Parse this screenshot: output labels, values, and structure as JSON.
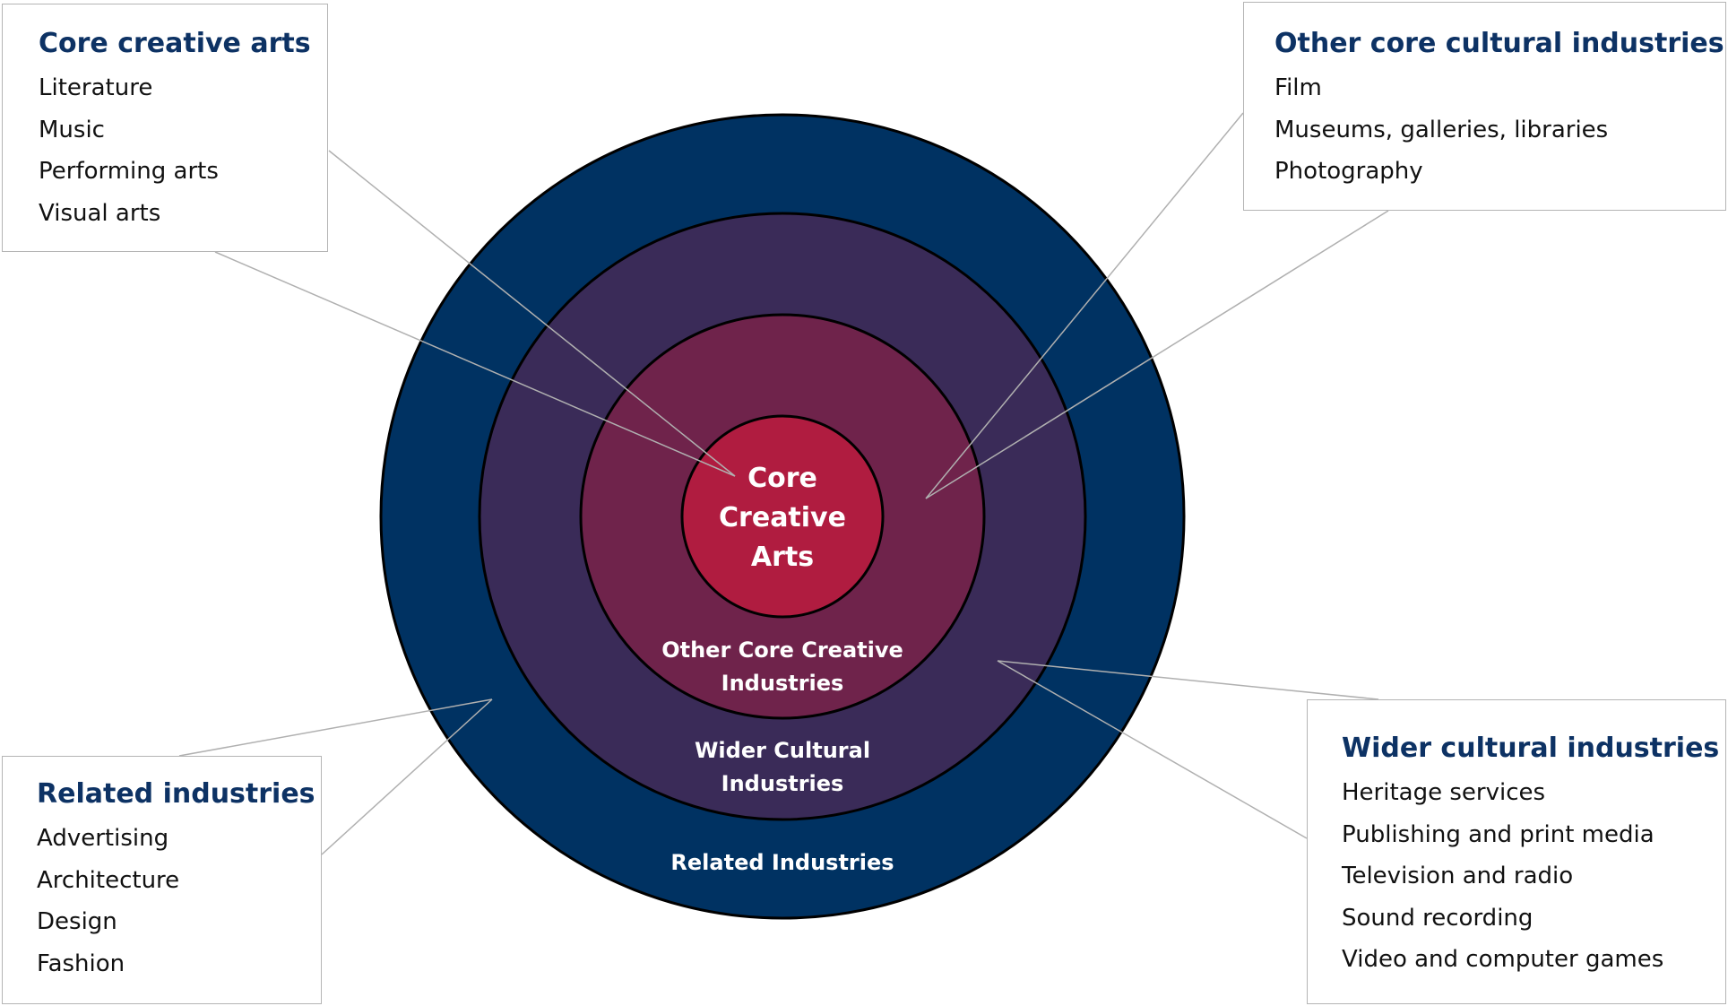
{
  "colors": {
    "outer_ring": "#003262",
    "wider_ring": "#3a2b58",
    "other_core_ring": "#6f234b",
    "core": "#b01c40",
    "box_title": "#0d3264",
    "leader_line": "#b0b0b0"
  },
  "rings": {
    "core_lines": [
      "Core",
      "Creative",
      "Arts"
    ],
    "other_core_lines": [
      "Other Core Creative",
      "Industries"
    ],
    "wider_lines": [
      "Wider Cultural",
      "Industries"
    ],
    "related": "Related Industries"
  },
  "boxes": {
    "core_creative_arts": {
      "title": "Core creative arts",
      "items": [
        "Literature",
        "Music",
        "Performing arts",
        "Visual arts"
      ]
    },
    "other_core_cultural": {
      "title": "Other core cultural industries",
      "items": [
        "Film",
        "Museums, galleries, libraries",
        "Photography"
      ]
    },
    "related_industries": {
      "title": "Related industries",
      "items": [
        "Advertising",
        "Architecture",
        "Design",
        "Fashion"
      ]
    },
    "wider_cultural": {
      "title": "Wider cultural industries",
      "items": [
        "Heritage services",
        "Publishing and print media",
        "Television and radio",
        "Sound recording",
        "Video and computer games"
      ]
    }
  }
}
